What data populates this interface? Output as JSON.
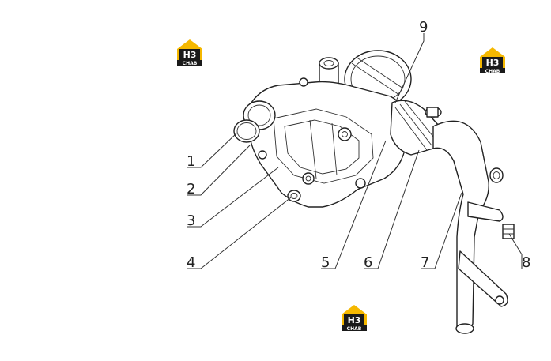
{
  "callouts": [
    {
      "num": "1"
    },
    {
      "num": "2"
    },
    {
      "num": "3"
    },
    {
      "num": "4"
    },
    {
      "num": "5"
    },
    {
      "num": "6"
    },
    {
      "num": "7"
    },
    {
      "num": "8"
    },
    {
      "num": "9"
    }
  ],
  "logo": {
    "mark": "H3",
    "caption": "CHAB",
    "colors": {
      "yellow": "#f5b800",
      "black": "#1a1a1a"
    }
  }
}
